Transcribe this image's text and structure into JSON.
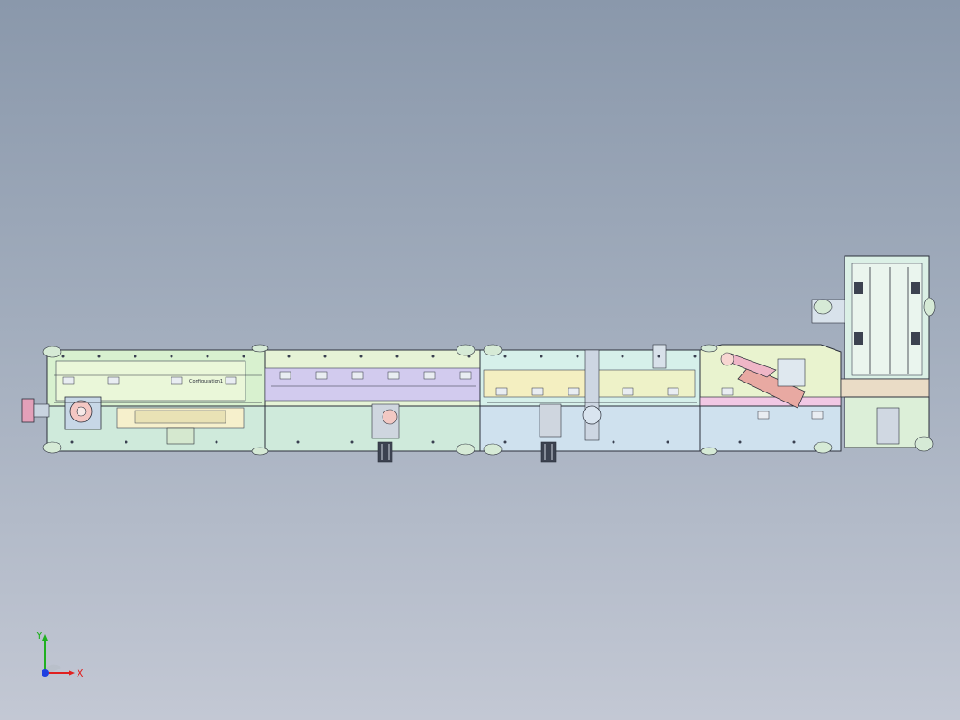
{
  "viewport": {
    "background_top": "#8a98ab",
    "background_bottom": "#c3c8d4"
  },
  "model": {
    "frame_color": "#2b2f3a",
    "section_colors": {
      "green": "#d7f0cf",
      "lavender": "#cfc8ec",
      "cyan": "#cfeae9",
      "yellow": "#f3efc0",
      "pink": "#f0c6e2",
      "blue": "#cfe0ee",
      "mint": "#d3efe0"
    },
    "label_text": "Configuration1"
  },
  "triad": {
    "x_label": "X",
    "y_label": "Y",
    "x_color": "#e02020",
    "y_color": "#20b020",
    "z_color": "#2040e0"
  }
}
